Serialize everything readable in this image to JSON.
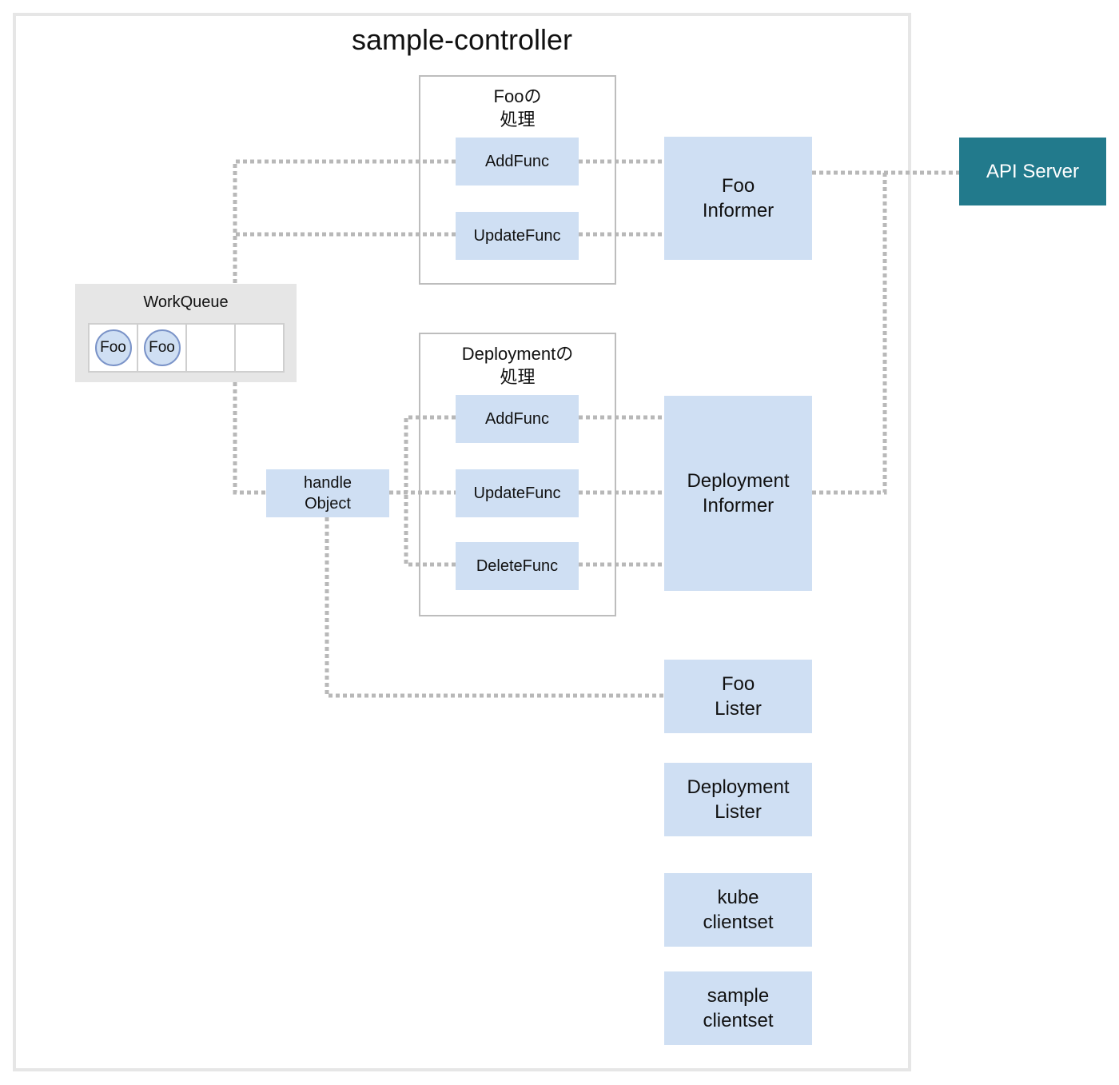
{
  "diagram": {
    "title": "sample-controller",
    "foo_group": {
      "label": "Fooの\n処理",
      "add_func": "AddFunc",
      "update_func": "UpdateFunc"
    },
    "deployment_group": {
      "label": "Deploymentの\n処理",
      "add_func": "AddFunc",
      "update_func": "UpdateFunc",
      "delete_func": "DeleteFunc"
    },
    "foo_informer": "Foo\nInformer",
    "deployment_informer": "Deployment\nInformer",
    "api_server": "API Server",
    "workqueue": {
      "label": "WorkQueue",
      "items": [
        "Foo",
        "Foo"
      ]
    },
    "handle_object": "handle\nObject",
    "foo_lister": "Foo\nLister",
    "deployment_lister": "Deployment\nLister",
    "kube_clientset": "kube\nclientset",
    "sample_clientset": "sample\nclientset",
    "colors": {
      "box_fill": "#cfdff3",
      "api_server_fill": "#227a8c",
      "connector": "#b8b8b8",
      "workqueue_fill": "#e6e6e6"
    }
  }
}
